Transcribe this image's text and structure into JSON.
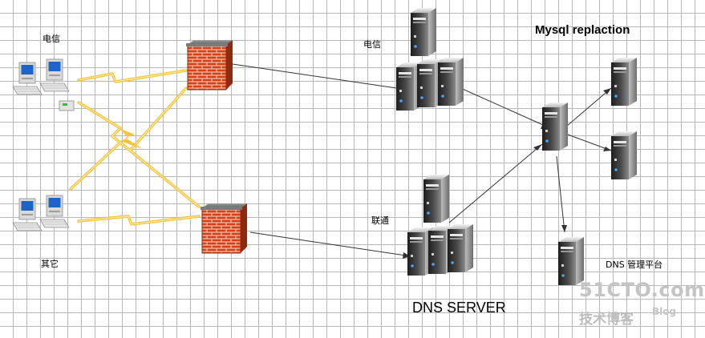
{
  "labels": {
    "top_client": "电信",
    "bottom_client": "其它",
    "telecom_servers": "电信",
    "unicom_servers": "联通",
    "replication_title": "Mysql replaction",
    "dns_server": "DNS SERVER",
    "dns_admin": "DNS 管理平台"
  },
  "watermark": {
    "site": "51CTO.com",
    "subtitle": "技术博客",
    "blog": "Blog"
  },
  "colors": {
    "lightning": "#f7c23c",
    "firewall": "#d93a14",
    "server": "#3a3a3a",
    "link": "#333333",
    "watermark": "#c8c8c8"
  }
}
